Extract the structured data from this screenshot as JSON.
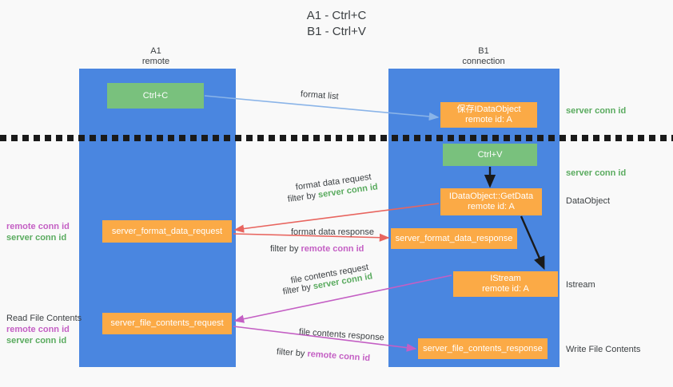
{
  "title": "A1 - Ctrl+C\nB1 - Ctrl+V",
  "colors": {
    "lane": "#4a86e0",
    "green_node": "#79c17d",
    "orange_node": "#fbaa46",
    "server_conn_id_text": "#5aab5f",
    "remote_conn_id_text": "#c45fc4",
    "light_blue_arrow": "#8ab4e8",
    "red_arrow": "#e8655f",
    "magenta_arrow": "#c45fc4",
    "black_arrow": "#1a1a1a",
    "background": "#f9f9f9"
  },
  "columns": [
    {
      "name": "A1",
      "sub": "remote",
      "header": "A1\nremote"
    },
    {
      "name": "B1",
      "sub": "connection",
      "header": "B1\nconnection"
    }
  ],
  "nodes": {
    "ctrl_c": "Ctrl+C",
    "copy_dataobject": "保存IDataObject\nremote id: A",
    "ctrl_v": "Ctrl+V",
    "getdata": "IDataObject::GetData\nremote id: A",
    "format_data_request": "server_format_data_request",
    "format_data_response": "server_format_data_response",
    "istream": "IStream\nremote id: A",
    "file_contents_request": "server_file_contents_request",
    "file_contents_response": "server_file_contents_response"
  },
  "edge_labels": {
    "format_list": "format list",
    "format_data_request": "format data request",
    "format_data_request_filter_prefix": "filter by ",
    "format_data_request_filter_value": "server conn id",
    "format_data_response": "format data response",
    "format_data_response_filter_prefix": "filter by ",
    "format_data_response_filter_value": "remote conn id",
    "file_contents_request": "file contents request",
    "file_contents_request_filter_prefix": "filter by ",
    "file_contents_request_filter_value": "server conn id",
    "file_contents_response": "file contents response",
    "file_contents_response_filter_prefix": "filter by ",
    "file_contents_response_filter_value": "remote conn id"
  },
  "right_labels": {
    "server_conn_id_top": "server conn id",
    "server_conn_id_second": "server conn id",
    "dataobject": "DataObject",
    "istream": "Istream",
    "write_file_contents": "Write File Contents"
  },
  "left_labels": {
    "group1_remote": "remote conn id",
    "group1_server": "server conn id",
    "read_file_contents": "Read File Contents",
    "group2_remote": "remote conn id",
    "group2_server": "server conn id"
  }
}
